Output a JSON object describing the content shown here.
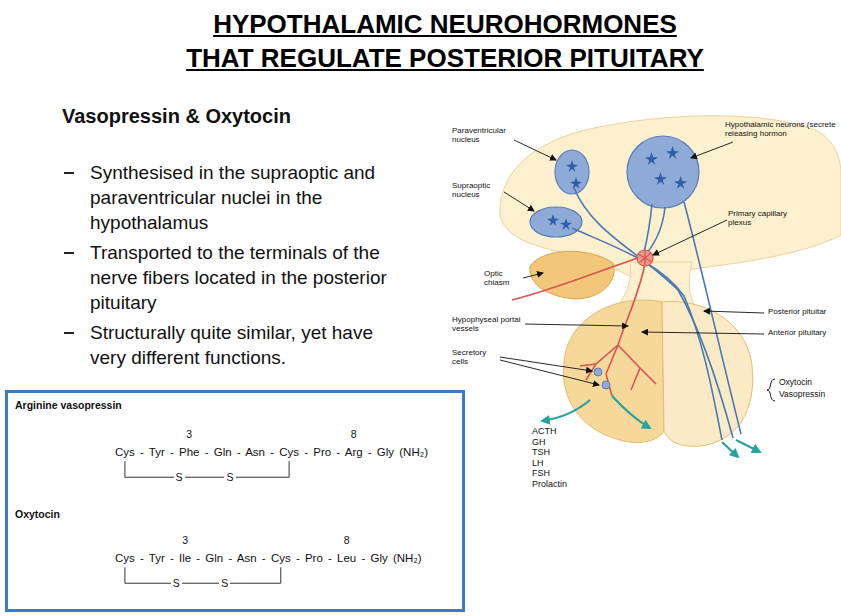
{
  "diagram": {
    "title": "HYPOTHALAMIC NEUROHORMONES THAT REGULATE POSTERIOR PITUITARY",
    "nodes": [
      {
        "text": [
          "Arginine vasopressin",
          "3",
          "8",
          "Cys - Tyr - Phe - Gln - Asn - Cys - Pro - Arg - Gly (NH₂)",
          "S",
          "S",
          "Oxytocin",
          "3",
          "8",
          "Cys - Tyr - Ile - Gln - Asn - Cys - Pro - Leu - Gly (NH₂)",
          "S",
          "S"
        ]
      }
    ],
    "labels": [
      "Vasopressin & Oxytocin",
      "Synthesised in the supraoptic and paraventricular nuclei in the hypothalamus",
      "Transported to the terminals of the nerve fibers located in the posterior pituitary",
      "Structurally quite similar, yet have very different functions.",
      "Paraventricular nucleus",
      "Hypothalamic neurons (secrete releasing hormon",
      "Supraoptic nucleus",
      "Primary capillary plexus",
      "Optic chiasm",
      "Posterior pituitar",
      "Hypophyseal portal vessels",
      "Anterior pituitary",
      "Secretory cells",
      "Oxytocin",
      "Vasopressin",
      "ACTH",
      "GH",
      "TSH",
      "LH",
      "FSH",
      "Prolactin"
    ]
  }
}
